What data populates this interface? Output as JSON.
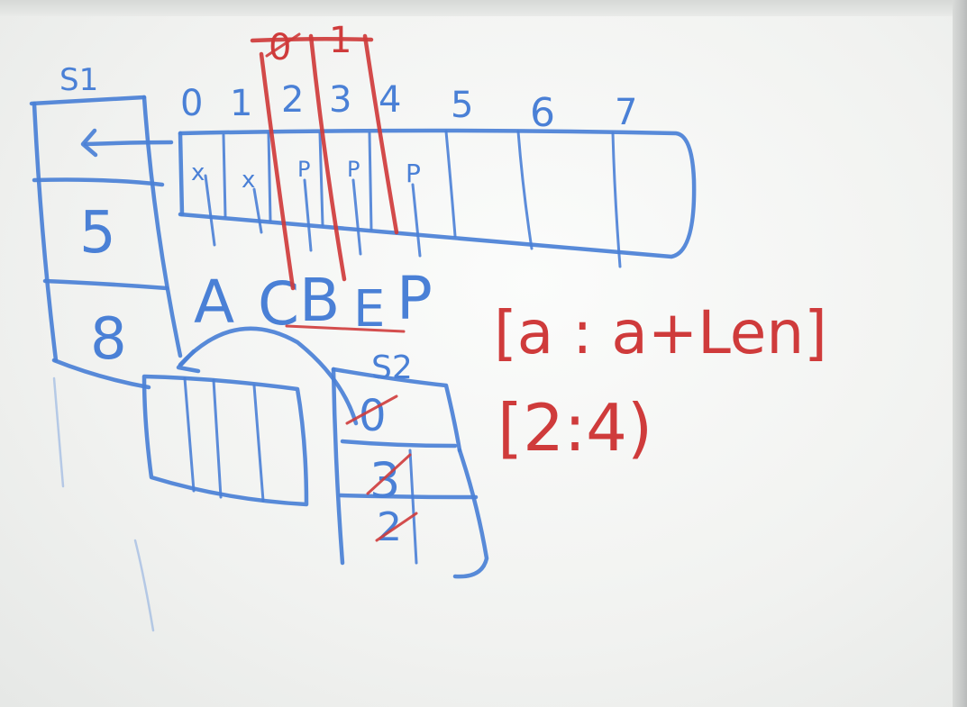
{
  "photo": {
    "ink_colors": {
      "blue": "#4a80d6",
      "red": "#cf3b3b"
    }
  },
  "left_stack": {
    "label": "S1",
    "cells": [
      "",
      "5",
      "8"
    ]
  },
  "array": {
    "indices": [
      "0",
      "1",
      "2",
      "3",
      "4",
      "5",
      "6",
      "7"
    ],
    "marks": [
      "x",
      "x",
      "P",
      "P",
      "P"
    ],
    "letters": [
      "A",
      "C",
      "B",
      "E",
      "P"
    ]
  },
  "red_indices": [
    "0",
    "1"
  ],
  "right_stack": {
    "label": "S2",
    "cells": [
      "0",
      "3",
      "2"
    ]
  },
  "formula_1": "[a : a+Len]",
  "formula_2": "[2:4)"
}
